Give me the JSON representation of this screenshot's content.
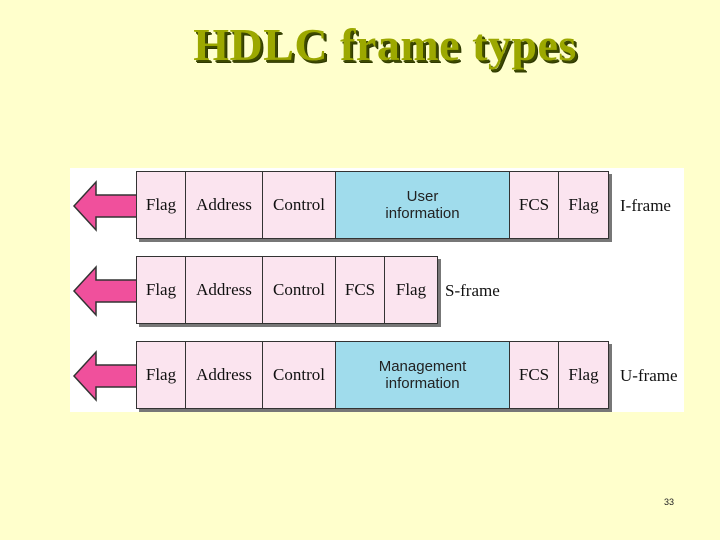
{
  "title": "HDLC frame types",
  "page_number": "33",
  "colors": {
    "background": "#ffffcc",
    "title": "#9ca800",
    "arrow": "#f0509c",
    "field_fill": "#fbe4ef",
    "info_fill": "#a0dcec"
  },
  "frames": [
    {
      "name": "I-frame",
      "fields": [
        "Flag",
        "Address",
        "Control",
        "User\ninformation",
        "FCS",
        "Flag"
      ]
    },
    {
      "name": "S-frame",
      "fields": [
        "Flag",
        "Address",
        "Control",
        "FCS",
        "Flag"
      ]
    },
    {
      "name": "U-frame",
      "fields": [
        "Flag",
        "Address",
        "Control",
        "Management\ninformation",
        "FCS",
        "Flag"
      ]
    }
  ]
}
